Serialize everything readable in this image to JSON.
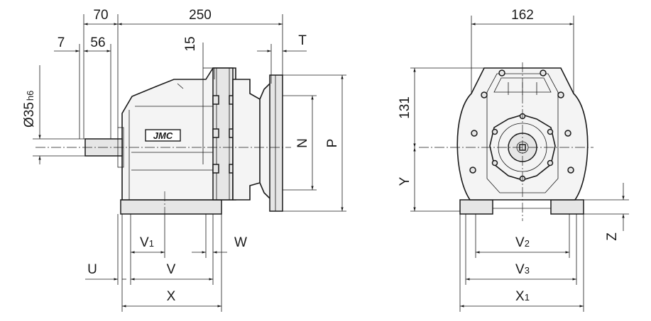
{
  "side_view": {
    "dims_top": {
      "d70": "70",
      "d250": "250",
      "d7": "7",
      "d56": "56",
      "d15": "15",
      "t": "T"
    },
    "dims_left": {
      "shaft": "Ø35",
      "shaft_tol": "h6"
    },
    "dims_right": {
      "n": "N",
      "p": "P"
    },
    "dims_bottom": {
      "v1": "V",
      "v1_sub": "1",
      "w": "W",
      "u": "U",
      "v": "V",
      "x": "X"
    },
    "logo": "JMC"
  },
  "front_view": {
    "dims_top": {
      "d162": "162"
    },
    "dims_left": {
      "d131": "131",
      "y": "Y"
    },
    "dims_right": {
      "z": "Z"
    },
    "dims_bottom": {
      "v2": "V",
      "v2_sub": "2",
      "v3": "V",
      "v3_sub": "3",
      "x1": "X",
      "x1_sub": "1"
    }
  }
}
